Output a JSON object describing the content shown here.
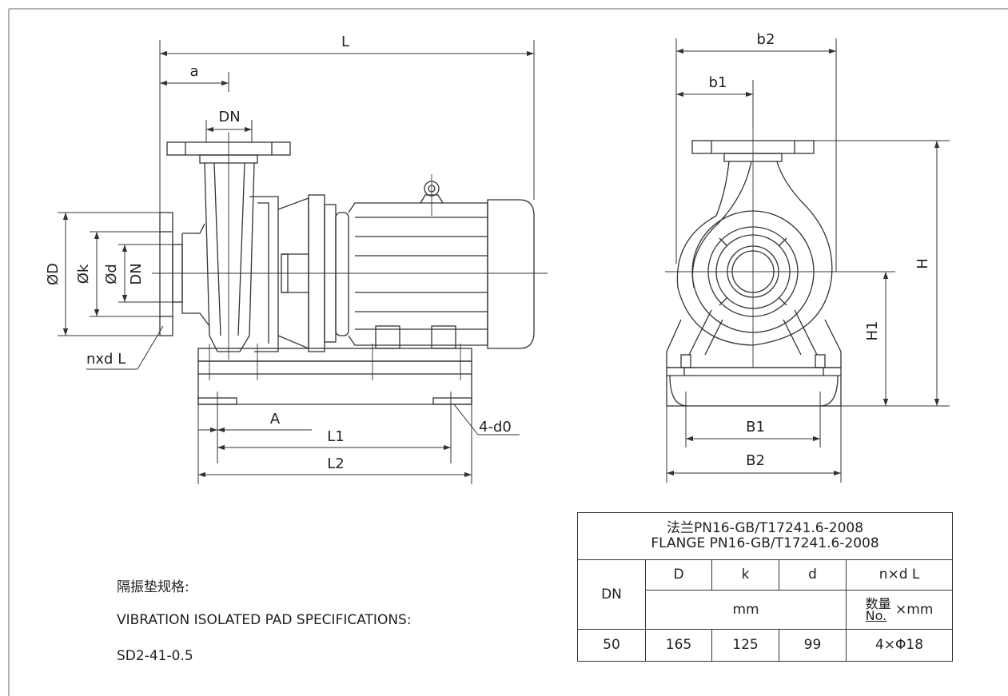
{
  "front_view": {
    "dim_L": "L",
    "dim_a": "a",
    "dim_DN_top": "DN",
    "dim_OD": "ØD",
    "dim_Ok": "Øk",
    "dim_Od": "Ød",
    "dim_DN_left": "DN",
    "dim_nxdL": "nxd L",
    "dim_A": "A",
    "dim_L1": "L1",
    "dim_L2": "L2",
    "dim_4d0": "4-d0"
  },
  "side_view": {
    "dim_b2": "b2",
    "dim_b1": "b1",
    "dim_H": "H",
    "dim_H1": "H1",
    "dim_B1": "B1",
    "dim_B2": "B2"
  },
  "pad_spec": {
    "title_cn": "隔振垫规格:",
    "title_en": "VIBRATION ISOLATED PAD SPECIFICATIONS:",
    "model": "SD2-41-0.5"
  },
  "flange_table": {
    "title_cn": "法兰PN16-GB/T17241.6-2008",
    "title_en": "FLANGE PN16-GB/T17241.6-2008",
    "col_dn": "DN",
    "col_D": "D",
    "col_k": "k",
    "col_d": "d",
    "col_nxdL": "n×d L",
    "unit_mm": "mm",
    "unit_qty_cn": "数量",
    "unit_qty_en": "No.",
    "unit_xmm": "×mm",
    "row": {
      "dn": "50",
      "D": "165",
      "k": "125",
      "d": "99",
      "nxdL": "4×Φ18"
    }
  }
}
